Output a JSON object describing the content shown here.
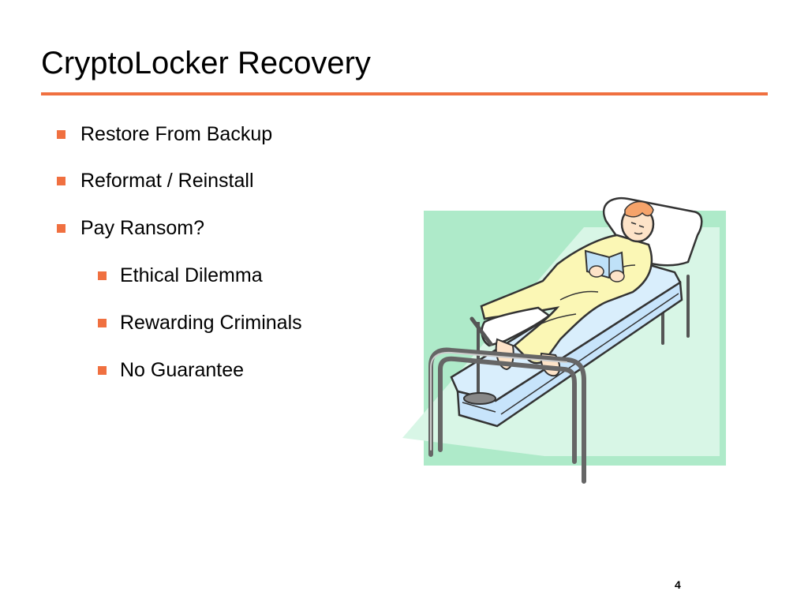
{
  "slide": {
    "title": "CryptoLocker Recovery",
    "accent_color": "#f07040",
    "bullets": [
      {
        "text": "Restore From Backup",
        "level": 1
      },
      {
        "text": "Reformat / Reinstall",
        "level": 1
      },
      {
        "text": "Pay Ransom?",
        "level": 1
      },
      {
        "text": "Ethical Dilemma",
        "level": 2
      },
      {
        "text": "Rewarding Criminals",
        "level": 2
      },
      {
        "text": "No Guarantee",
        "level": 2
      }
    ],
    "illustration": "patient-in-hospital-bed-clipart",
    "page_number": "4"
  }
}
